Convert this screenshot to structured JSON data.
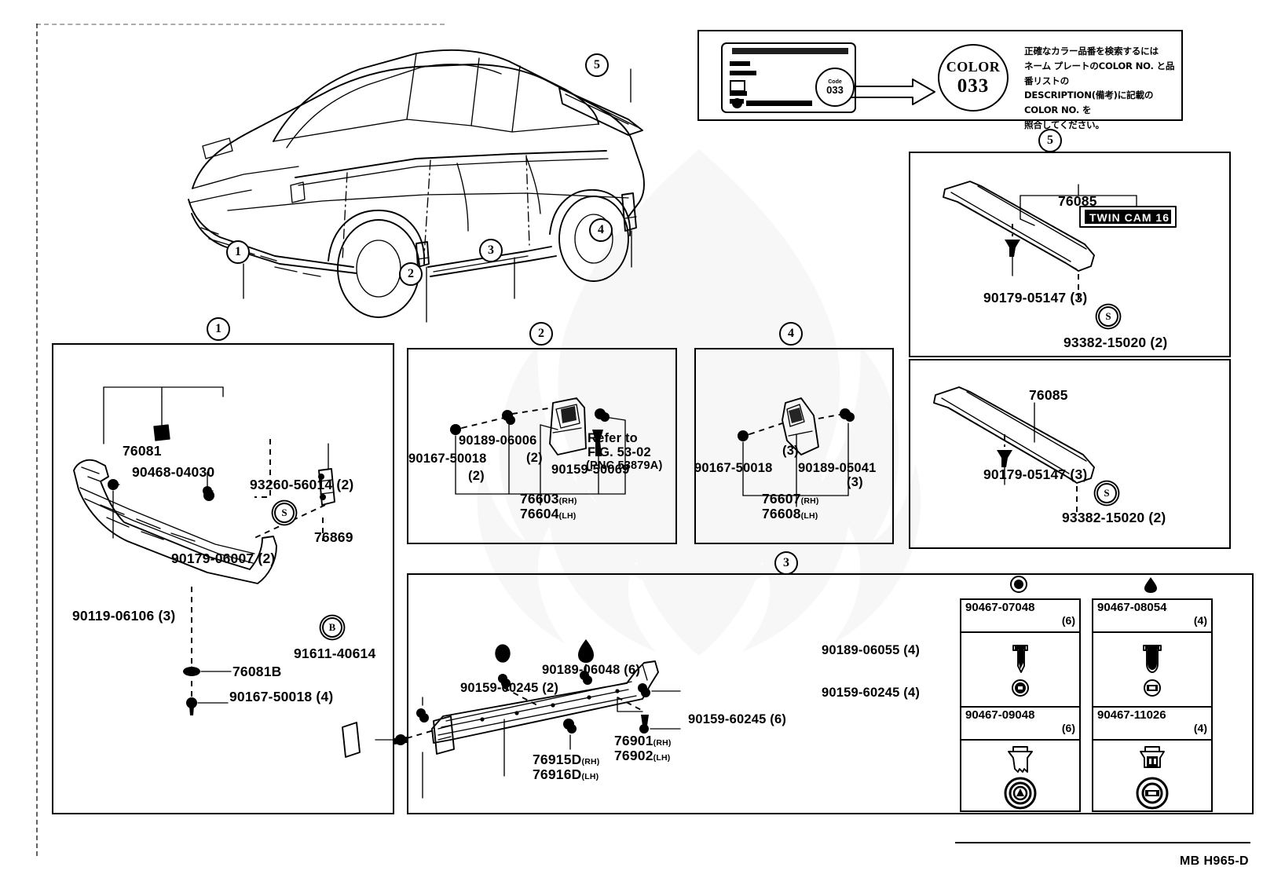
{
  "document": {
    "footer_code": "MB H965-D"
  },
  "color_legend": {
    "plate_code_label": "Code",
    "plate_code_value": "033",
    "circle_line1": "COLOR",
    "circle_line2": "033",
    "japanese_note": [
      "正確なカラー品番を検索するには",
      "ネーム プレートのCOLOR NO. と品番リストの",
      "DESCRIPTION(備考)に記載のCOLOR NO. を",
      "照合してください。"
    ]
  },
  "vehicle_callouts": [
    {
      "id": "1",
      "label": "1"
    },
    {
      "id": "2",
      "label": "2"
    },
    {
      "id": "3",
      "label": "3"
    },
    {
      "id": "4",
      "label": "4"
    },
    {
      "id": "5",
      "label": "5"
    }
  ],
  "panels": {
    "p1": {
      "callout": "1",
      "labels": {
        "l76081": "76081",
        "l90468": "90468-04030",
        "l93260": "93260-56014 (2)",
        "l90179": "90179-06007 (2)",
        "l76869": "76869",
        "l90119": "90119-06106 (3)",
        "l91611": "91611-40614",
        "l76081B": "76081B",
        "l90167": "90167-50018 (4)",
        "marker_s": "S",
        "marker_b": "B"
      }
    },
    "p2": {
      "callout": "2",
      "labels": {
        "l90167": "90167-50018",
        "l90167_qty": "(2)",
        "l90189": "90189-06006",
        "l90189_qty": "(2)",
        "l90159": "90159-50069",
        "refer1": "Refer to",
        "refer2": "FIG. 53-02",
        "refer3": "(PNC 53879A)",
        "part_rh": "76603",
        "part_rh_side": "(RH)",
        "part_lh": "76604",
        "part_lh_side": "(LH)"
      }
    },
    "p4": {
      "callout": "4",
      "labels": {
        "l90167": "90167-50018",
        "l90167_qty": "(3)",
        "l90189": "90189-05041",
        "l90189_qty": "(3)",
        "part_rh": "76607",
        "part_rh_side": "(RH)",
        "part_lh": "76608",
        "part_lh_side": "(LH)"
      }
    },
    "p5a": {
      "callout": "5",
      "labels": {
        "l76085": "76085",
        "emblem_text": "TWIN CAM 16",
        "l90179": "90179-05147 (3)",
        "l93382": "93382-15020 (2)",
        "marker_s": "S"
      }
    },
    "p5b": {
      "labels": {
        "l76085": "76085",
        "l90179": "90179-05147 (3)",
        "l93382": "93382-15020 (2)",
        "marker_s": "S"
      }
    },
    "p3": {
      "callout": "3",
      "labels": {
        "l90159_2": "90159-60245 (2)",
        "l90189_06048": "90189-06048 (6)",
        "l90189_06055": "90189-06055 (4)",
        "l90159_4": "90159-60245 (4)",
        "l90159_6": "90159-60245 (6)",
        "part_rh": "76901",
        "part_rh_side": "(RH)",
        "part_lh": "76902",
        "part_lh_side": "(LH)",
        "bracket_rh": "76915D",
        "bracket_rh_side": "(RH)",
        "bracket_lh": "76916D",
        "bracket_lh_side": "(LH)"
      }
    }
  },
  "clip_table": {
    "columns": [
      {
        "symbol": "filled-circle-icon",
        "rows": [
          {
            "part_no": "90467-07048",
            "qty": "(6)"
          },
          {
            "part_no": "90467-09048",
            "qty": "(6)"
          }
        ]
      },
      {
        "symbol": "filled-teardrop-icon",
        "rows": [
          {
            "part_no": "90467-08054",
            "qty": "(4)"
          },
          {
            "part_no": "90467-11026",
            "qty": "(4)"
          }
        ]
      }
    ]
  }
}
